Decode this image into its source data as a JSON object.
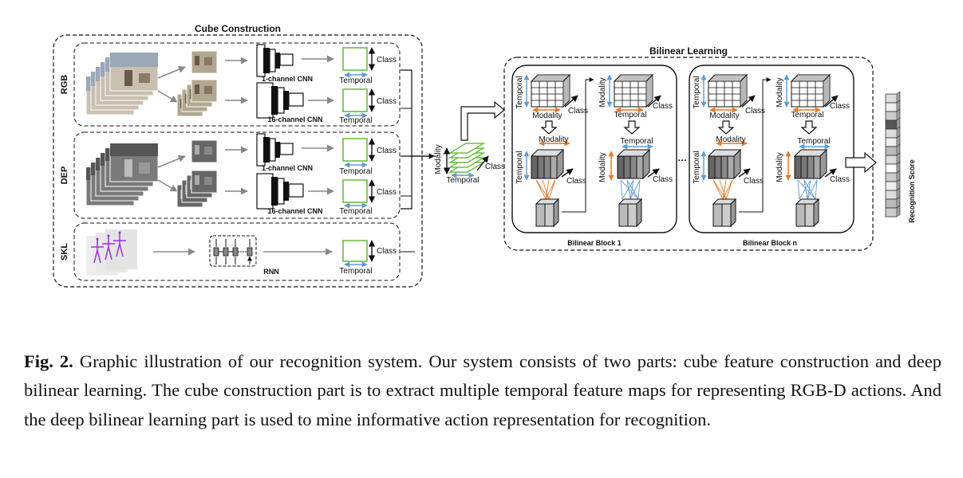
{
  "cube_construction": {
    "title": "Cube  Construction",
    "rows": [
      "RGB",
      "DEP",
      "SKL"
    ],
    "cnn_1": "1-channel CNN",
    "cnn_16": "16-channel CNN",
    "rnn": "RNN",
    "class": "Class",
    "temporal": "Temporal"
  },
  "merged_cube": {
    "modality": "Modality",
    "class": "Class",
    "temporal": "Temporal"
  },
  "bilinear_learning": {
    "title": "Bilinear  Learning",
    "block_1": "Bilinear Block 1",
    "block_n": "Bilinear Block n",
    "ellipsis": "…",
    "temporal": "Temporal",
    "modality": "Modality",
    "class": "Class"
  },
  "recognition_score": "Recognition Score",
  "caption": {
    "label": "Fig. 2.",
    "text": " Graphic illustration of our recognition system. Our system consists of two parts: cube feature construction and deep bilinear learning. The cube construction part is to extract multiple temporal feature maps for representing RGB-D actions. And the deep bilinear learning part is used to mine informative action representation for recognition."
  },
  "colors": {
    "feature_map": "#6abf3c",
    "temporal_arrow": "#5b9bd5",
    "modality_arrow": "#e87722",
    "skeleton": "#9b30d9"
  }
}
